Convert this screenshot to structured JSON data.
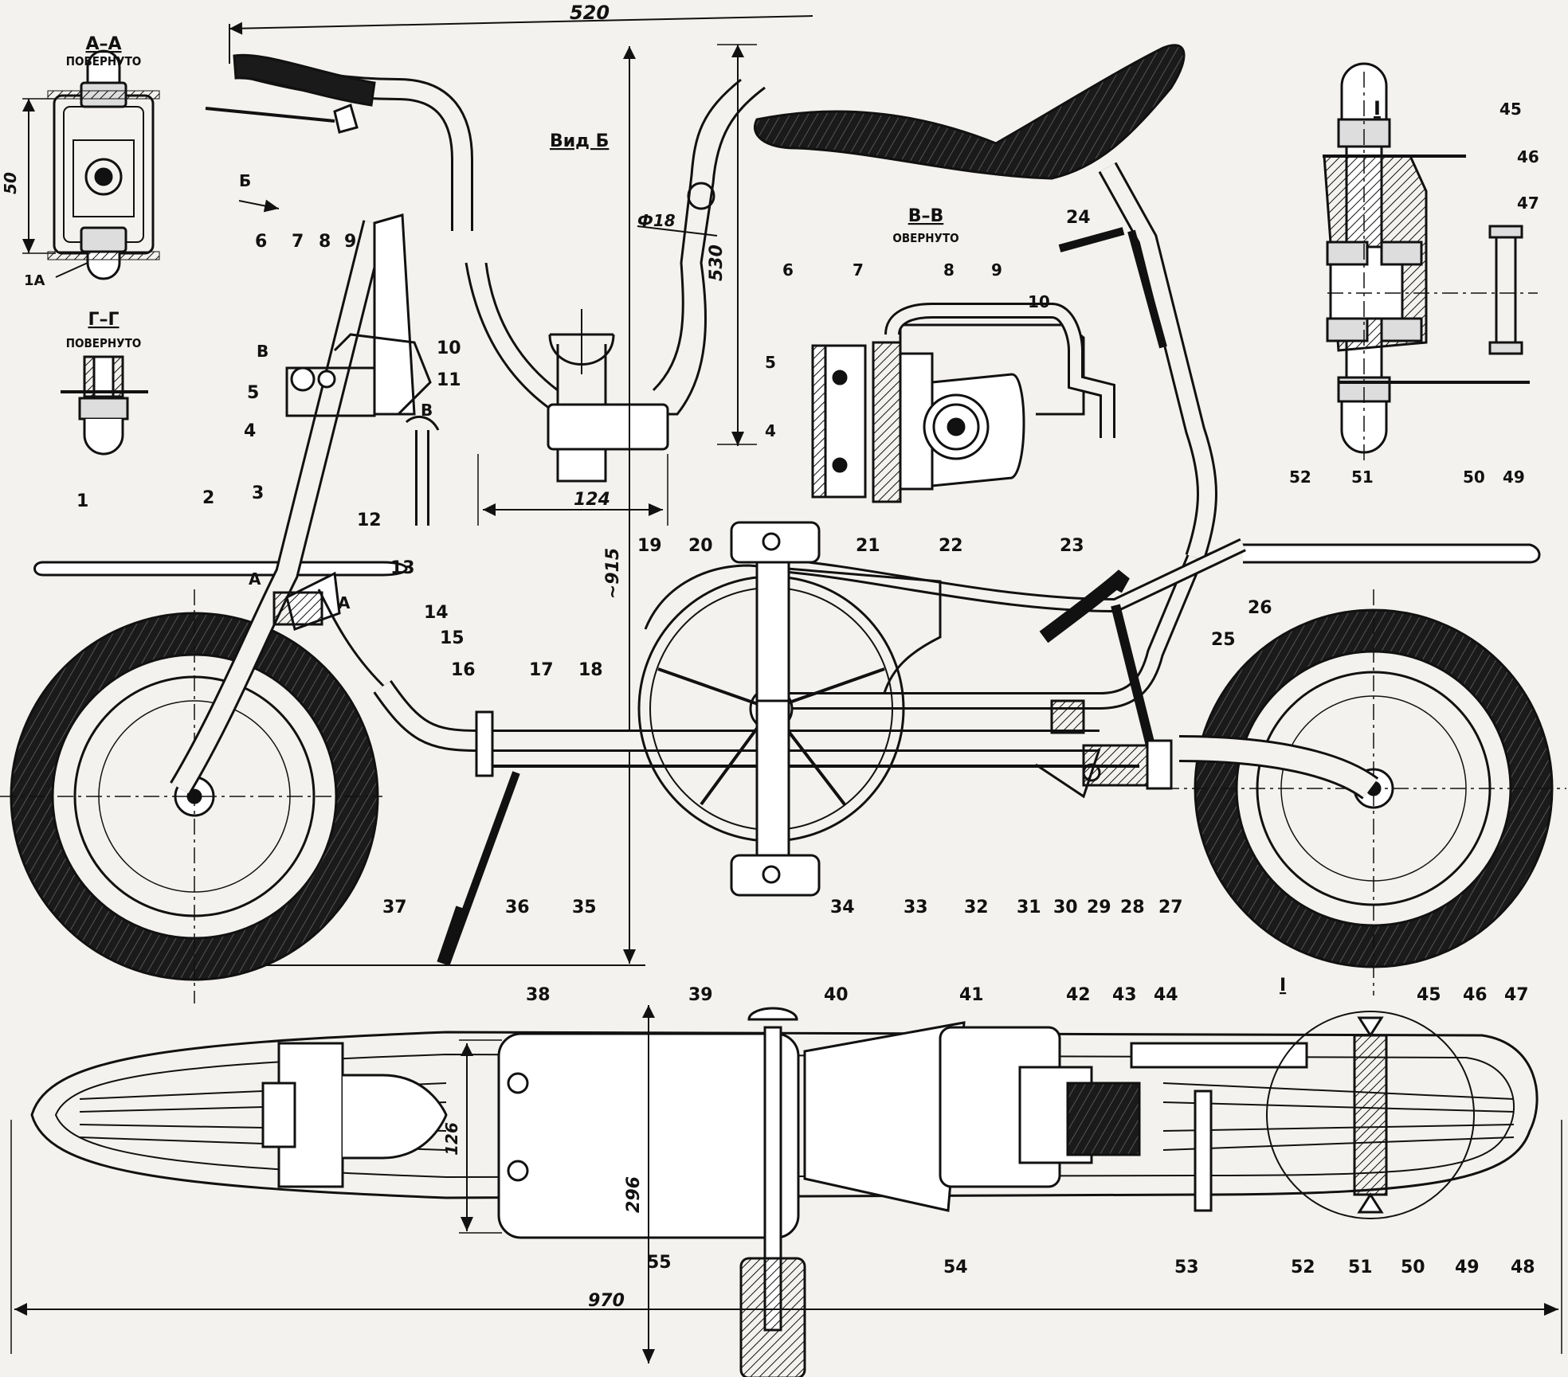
{
  "drawing": {
    "section_titles": {
      "aa": "А–А",
      "aa_sub": "ПОВЕРНУТО",
      "gg": "Г–Г",
      "gg_sub": "ПОВЕРНУТО",
      "vv": "В–В",
      "vv_sub": "ОВЕРНУТО",
      "view_b": "Вид Б",
      "detail_1": "I",
      "detail_1_plan": "I"
    },
    "dimensions": {
      "d520": "520",
      "d50": "50",
      "d18": "Ф18",
      "d530": "530",
      "d124": "124",
      "d915": "~915",
      "d126": "126",
      "d296": "296",
      "d970": "970"
    },
    "markers": {
      "b_arrow": "Б",
      "v_left": "В",
      "v_right": "В",
      "a_top": "А",
      "a_bottom": "А",
      "ref_1a": "1А"
    },
    "callouts_side": [
      "1",
      "2",
      "3",
      "4",
      "5",
      "6",
      "7",
      "8",
      "9",
      "10",
      "11",
      "12",
      "13",
      "14",
      "15",
      "16",
      "17",
      "18",
      "19",
      "20",
      "21",
      "22",
      "23",
      "24",
      "25",
      "26",
      "27",
      "28",
      "29",
      "30",
      "31",
      "32",
      "33",
      "34",
      "35",
      "36",
      "37"
    ],
    "callouts_plan": [
      "38",
      "39",
      "40",
      "41",
      "42",
      "43",
      "44",
      "45",
      "46",
      "47",
      "48",
      "49",
      "50",
      "51",
      "52",
      "53",
      "54",
      "55"
    ],
    "callouts_vv": [
      "6",
      "7",
      "8",
      "9",
      "10",
      "5",
      "4"
    ],
    "callouts_detail": [
      "45",
      "46",
      "47",
      "52",
      "51",
      "50",
      "49"
    ]
  }
}
